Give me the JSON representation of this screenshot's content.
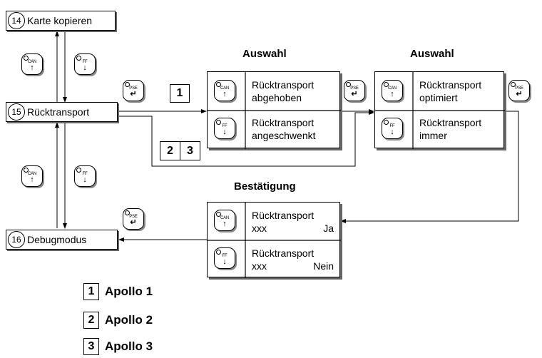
{
  "menus": [
    {
      "number": "14",
      "label": "Karte kopieren"
    },
    {
      "number": "15",
      "label": "Rücktransport"
    },
    {
      "number": "16",
      "label": "Debugmodus"
    }
  ],
  "keys": {
    "can": "CAN",
    "ff": "FF",
    "pse": "PSE"
  },
  "headings": {
    "auswahl_1": "Auswahl",
    "auswahl_2": "Auswahl",
    "bestaetigung": "Bestätigung"
  },
  "auswahl_1": {
    "option_1": {
      "line1": "Rücktransport",
      "line2": "abgehoben"
    },
    "option_2": {
      "line1": "Rücktransport",
      "line2": "angeschwenkt"
    }
  },
  "auswahl_2": {
    "option_1": {
      "line1": "Rücktransport",
      "line2": "optimiert"
    },
    "option_2": {
      "line1": "Rücktransport",
      "line2": "immer"
    }
  },
  "bestaetigung": {
    "option_1": {
      "line1": "Rücktransport",
      "line2_left": "xxx",
      "line2_right": "Ja"
    },
    "option_2": {
      "line1": "Rücktransport",
      "line2_left": "xxx",
      "line2_right": "Nein"
    }
  },
  "tags": {
    "tag_1": "1",
    "tag_2": "2",
    "tag_3": "3"
  },
  "legend": [
    {
      "number": "1",
      "label": "Apollo 1"
    },
    {
      "number": "2",
      "label": "Apollo 2"
    },
    {
      "number": "3",
      "label": "Apollo 3"
    }
  ]
}
